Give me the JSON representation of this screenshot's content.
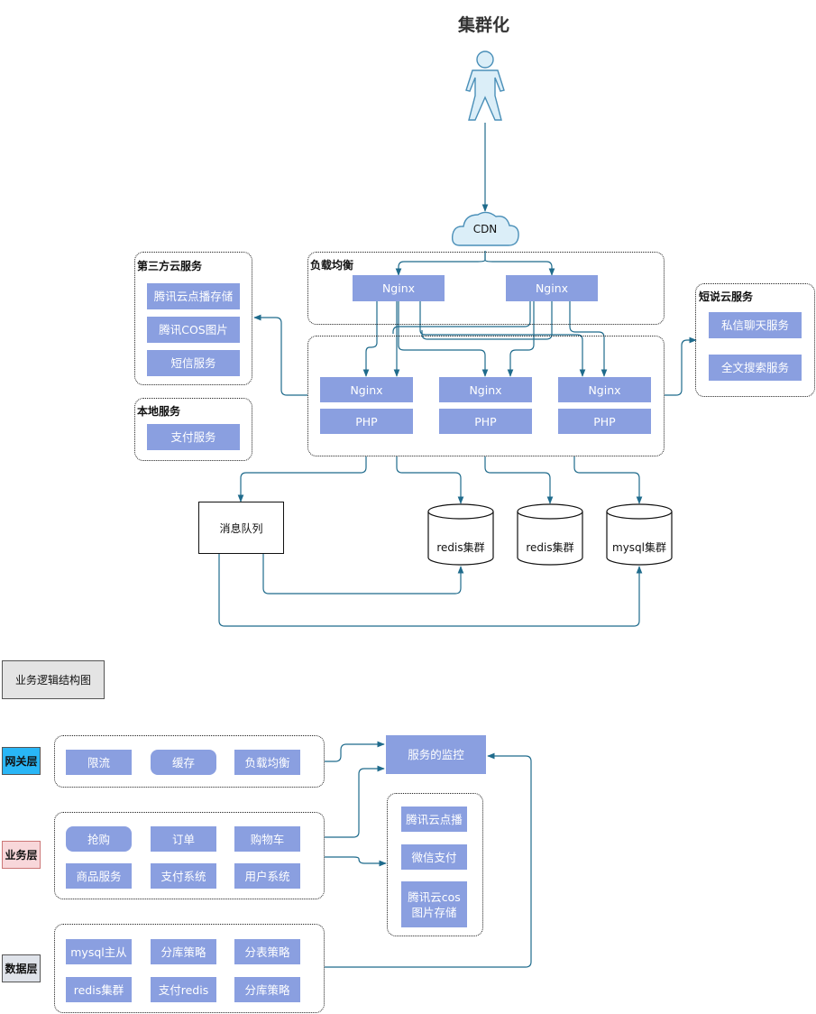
{
  "title": "集群化",
  "cdn": "CDN",
  "lb": {
    "label": "负载均衡",
    "nginx1": "Nginx",
    "nginx2": "Nginx"
  },
  "third_party": {
    "label": "第三方云服务",
    "items": [
      "腾讯云点播存储",
      "腾讯COS图片",
      "短信服务"
    ]
  },
  "local": {
    "label": "本地服务",
    "items": [
      "支付服务"
    ]
  },
  "short_cloud": {
    "label": "短说云服务",
    "items": [
      "私信聊天服务",
      "全文搜索服务"
    ]
  },
  "app_servers": [
    {
      "nginx": "Nginx",
      "php": "PHP"
    },
    {
      "nginx": "Nginx",
      "php": "PHP"
    },
    {
      "nginx": "Nginx",
      "php": "PHP"
    }
  ],
  "queue": "消息队列",
  "databases": [
    "redis集群",
    "redis集群",
    "mysql集群"
  ],
  "logic_title": "业务逻辑结构图",
  "layers": {
    "gateway": {
      "label": "网关层",
      "color": "#29b6f6",
      "items": [
        "限流",
        "缓存",
        "负载均衡"
      ]
    },
    "business": {
      "label": "业务层",
      "color": "#f8d7da",
      "items": [
        "抢购",
        "订单",
        "购物车",
        "商品服务",
        "支付系统",
        "用户系统"
      ]
    },
    "data": {
      "label": "数据层",
      "color": "#dfe3ea",
      "items": [
        "mysql主从",
        "分库策略",
        "分表策略",
        "redis集群",
        "支付redis",
        "分库策略"
      ]
    }
  },
  "monitor": "服务的监控",
  "ext_services": [
    "腾讯云点播",
    "微信支付",
    "腾讯云cos图片存储"
  ]
}
